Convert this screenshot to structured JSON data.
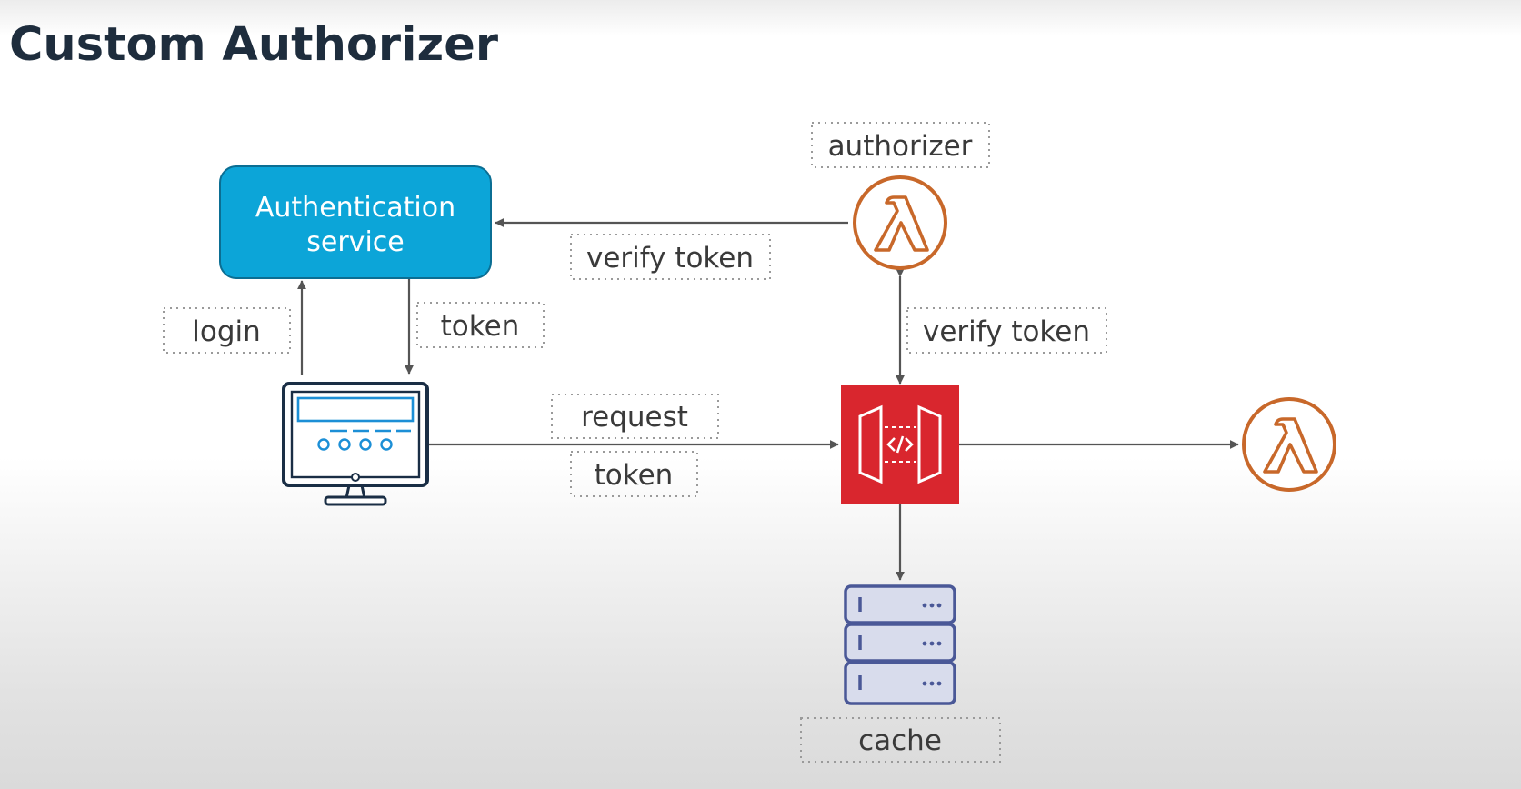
{
  "title": "Custom Authorizer",
  "nodes": {
    "auth_service": {
      "line1": "Authentication",
      "line2": "service",
      "color": "#0ca5d8"
    },
    "client": {
      "icon": "computer-monitor-icon",
      "color": "#1a2e45",
      "accent": "#1c8fd6"
    },
    "api_gateway": {
      "icon": "api-gateway-icon",
      "color": "#d9262e"
    },
    "authorizer_lambda": {
      "icon": "lambda-icon",
      "color": "#c8682a"
    },
    "backend_lambda": {
      "icon": "lambda-icon",
      "color": "#c8682a"
    },
    "cache": {
      "icon": "server-stack-icon",
      "color": "#4a5897",
      "fill": "#d8dcec"
    }
  },
  "labels": {
    "authorizer": "authorizer",
    "verify_token_top": "verify token",
    "verify_token_side": "verify token",
    "login": "login",
    "token_down": "token",
    "request": "request",
    "token_request": "token",
    "cache": "cache"
  }
}
